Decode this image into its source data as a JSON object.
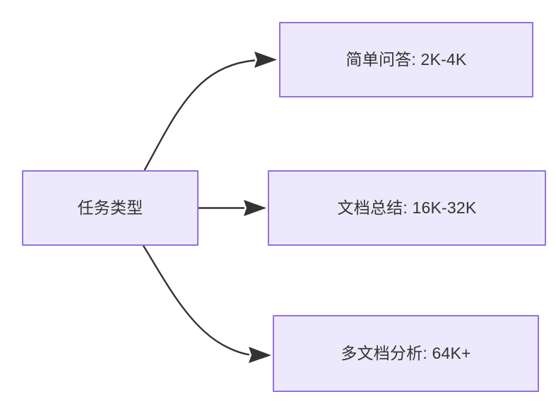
{
  "diagram": {
    "type": "flowchart",
    "direction": "left-to-right",
    "background_color": "#ffffff",
    "node_fill_color": "#ece9fc",
    "node_border_color": "#9670dc",
    "node_text_color": "#333333",
    "edge_color": "#333333",
    "root": {
      "id": "task-type",
      "label": "任务类型"
    },
    "nodes": [
      {
        "id": "simple-qa",
        "label": "简单问答: 2K-4K",
        "task": "简单问答",
        "context_length": "2K-4K"
      },
      {
        "id": "doc-summary",
        "label": "文档总结: 16K-32K",
        "task": "文档总结",
        "context_length": "16K-32K"
      },
      {
        "id": "multi-doc-analysis",
        "label": "多文档分析: 64K+",
        "task": "多文档分析",
        "context_length": "64K+"
      }
    ],
    "edges": [
      {
        "from": "任务类型",
        "to": "简单问答: 2K-4K",
        "label": "",
        "style": "curved-arrow"
      },
      {
        "from": "任务类型",
        "to": "文档总结: 16K-32K",
        "label": "",
        "style": "straight-arrow"
      },
      {
        "from": "任务类型",
        "to": "多文档分析: 64K+",
        "label": "",
        "style": "curved-arrow"
      }
    ]
  }
}
